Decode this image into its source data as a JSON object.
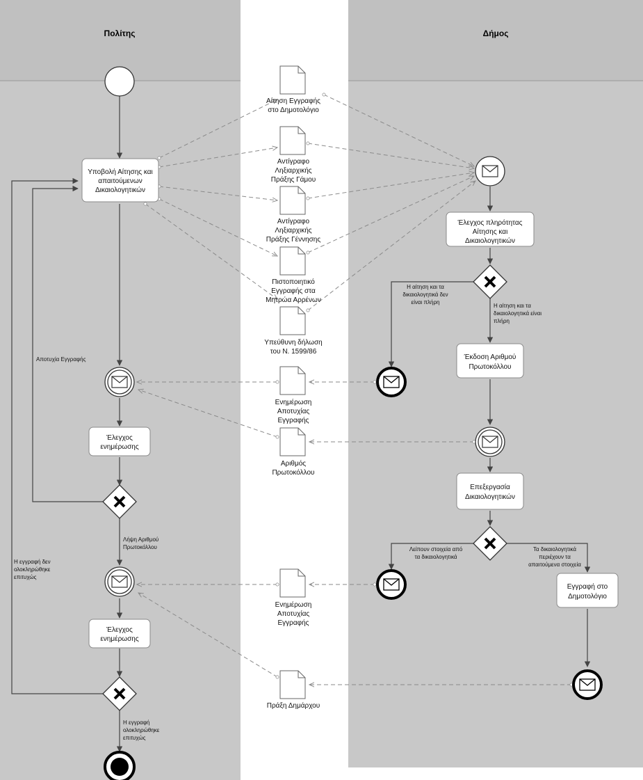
{
  "lanes": {
    "left_title": "Πολίτης",
    "right_title": "Δήμος"
  },
  "tasks": {
    "submit": [
      "Υποβολή Αίτησης και",
      "απαιτούμενων",
      "Δικαιολογητικών"
    ],
    "check_completeness": [
      "Έλεγχος πληρότητας",
      "Αίτησης και",
      "Δικαιολογητικών"
    ],
    "issue_number": [
      "Έκδοση Αριθμού",
      "Πρωτοκόλλου"
    ],
    "check_notice_1": [
      "Έλεγχος",
      "ενημέρωσης"
    ],
    "process_docs": [
      "Επεξεργασία",
      "Δικαιολογητικών"
    ],
    "check_notice_2": [
      "Έλεγχος",
      "ενημέρωσης"
    ],
    "registration": [
      "Εγγραφή στο",
      "Δημοτολόγιο"
    ]
  },
  "documents": {
    "application": [
      "Αίτηση Εγγραφής",
      "στο Δημοτολόγιο"
    ],
    "marriage": [
      "Αντίγραφο",
      "Ληξιαρχικής",
      "Πράξης Γάμου"
    ],
    "birth": [
      "Αντίγραφο",
      "Ληξιαρχικής",
      "Πράξης Γέννησης"
    ],
    "certificate": [
      "Πιστοποιητικό",
      "Εγγραφής στα",
      "Μητρώα Αρρένων"
    ],
    "declaration": [
      "Υπεύθυνη δήλωση",
      "του Ν. 1599/86"
    ],
    "failure_notice_1": [
      "Ενημέρωση",
      "Αποτυχίας",
      "Εγγραφής"
    ],
    "protocol_number": [
      "Αριθμός",
      "Πρωτοκόλλου"
    ],
    "failure_notice_2": [
      "Ενημέρωση",
      "Αποτυχίας",
      "Εγγραφής"
    ],
    "mayor_act": [
      "Πράξη Δημάρχου"
    ]
  },
  "flow_labels": {
    "registration_failure": [
      "Αποτυχία Εγγραφής"
    ],
    "not_completed": [
      "Η εγγραφή δεν",
      "ολοκληρώθηκε",
      "επιτυχώς"
    ],
    "receive_number": [
      "Λήψη Αριθμού",
      "Πρωτοκόλλου"
    ],
    "completed": [
      "Η εγγραφή",
      "ολοκληρώθηκε",
      "επιτυχώς"
    ],
    "docs_incomplete": [
      "Η αίτηση και τα",
      "δικαιολογητικά δεν",
      "είναι πλήρη"
    ],
    "docs_complete": [
      "Η αίτηση και τα",
      "δικαιολογητικά είναι",
      "πλήρη"
    ],
    "missing_data": [
      "Λείπουν στοιχεία από",
      "τα δικαιολογητικά"
    ],
    "contains_data": [
      "Τα δικαιολογητικά",
      "περιέχουν τα",
      "απαιτούμενα στοιχεία"
    ]
  },
  "colors": {
    "lane_fill": "#c8c8c8",
    "lane_header": "#c0c0c0",
    "task_fill": "#ffffff",
    "flow": "#444444",
    "message_flow": "#8a8a8a"
  }
}
